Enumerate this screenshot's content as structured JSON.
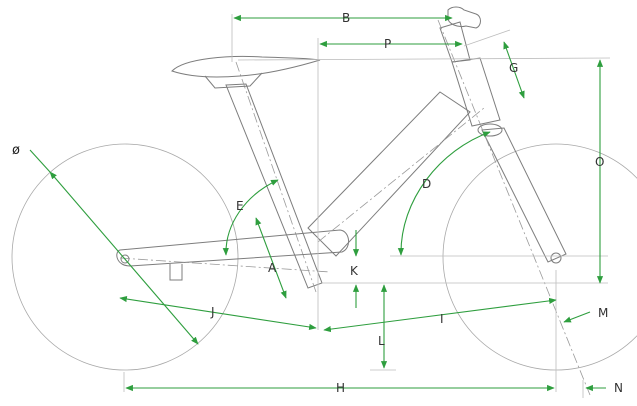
{
  "colors": {
    "dimension": "#2e9e3e",
    "frame": "#7d7d7d",
    "label": "#333333",
    "background": "#ffffff"
  },
  "labels": {
    "diameter": "ø",
    "A": "A",
    "B": "B",
    "D": "D",
    "E": "E",
    "G": "G",
    "H": "H",
    "I": "I",
    "J": "J",
    "K": "K",
    "L": "L",
    "M": "M",
    "N": "N",
    "O": "O",
    "P": "P"
  }
}
